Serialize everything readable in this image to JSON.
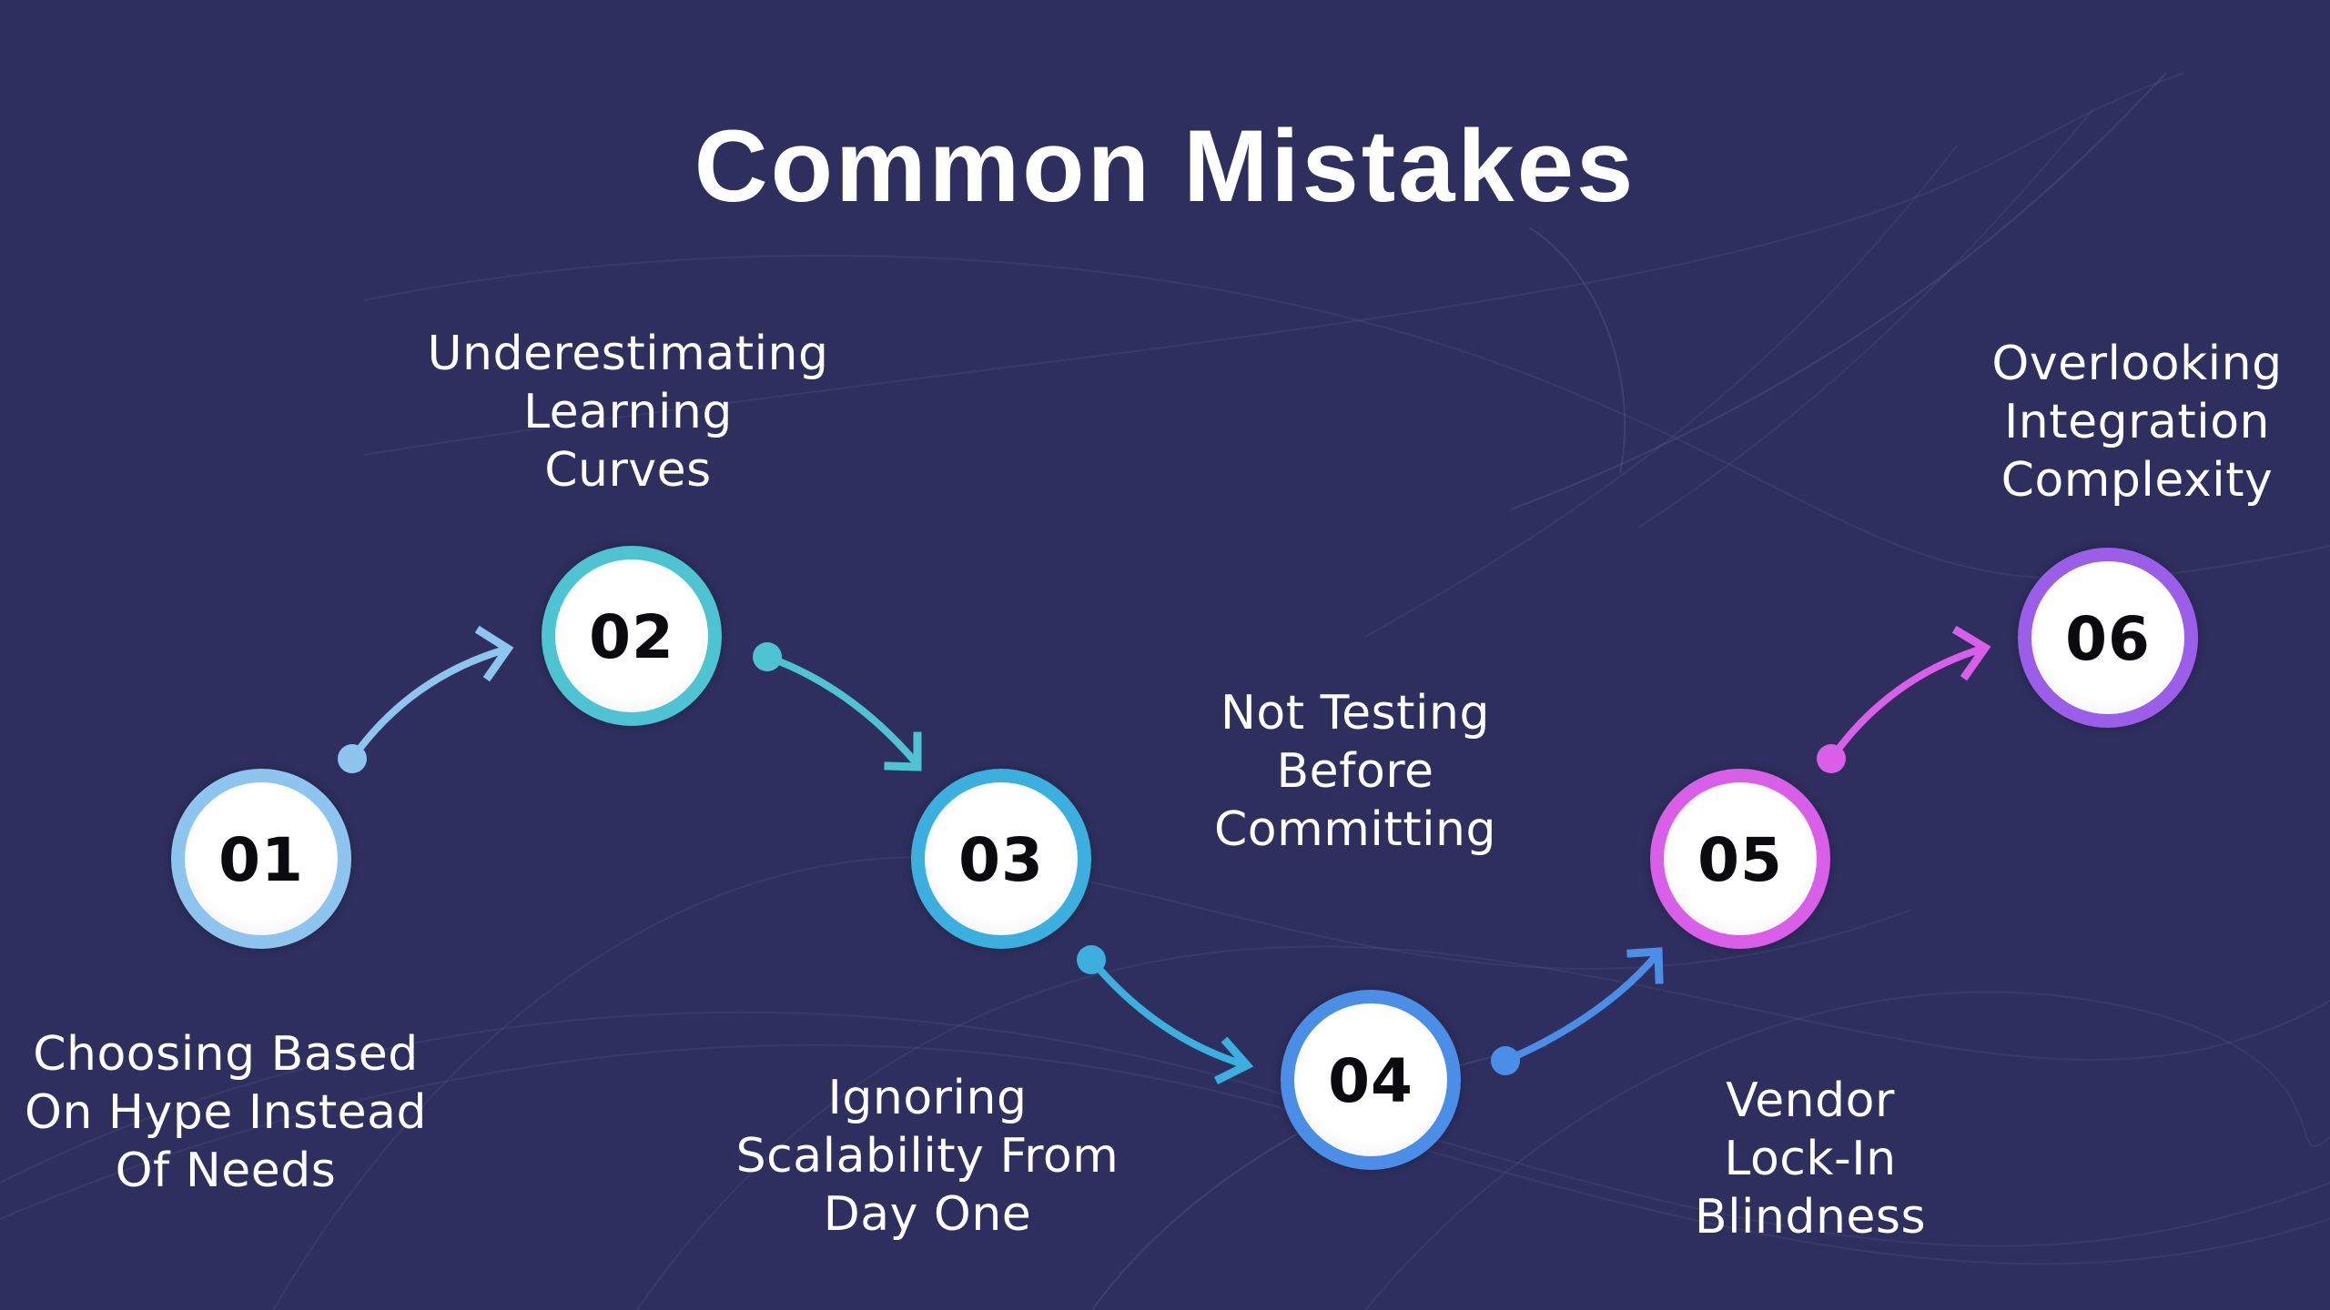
{
  "title": "Common Mistakes",
  "colors": {
    "background": "#2e2f5e",
    "text": "#ffffff",
    "number_text": "#0b0b0f",
    "circle_fill": "#ffffff"
  },
  "steps": [
    {
      "number": "01",
      "label_lines": [
        "Choosing Based",
        "On Hype Instead",
        "Of Needs"
      ],
      "ring_color": "#8ec5ef",
      "label_position": "below"
    },
    {
      "number": "02",
      "label_lines": [
        "Underestimating",
        "Learning",
        "Curves"
      ],
      "ring_color": "#4ec3d2",
      "label_position": "above"
    },
    {
      "number": "03",
      "label_lines": [
        "Ignoring",
        "Scalability From",
        "Day One"
      ],
      "ring_color": "#3bb0de",
      "label_position": "below"
    },
    {
      "number": "04",
      "label_lines": [
        "Not Testing",
        "Before",
        "Committing"
      ],
      "ring_color": "#4b8ee8",
      "label_position": "above"
    },
    {
      "number": "05",
      "label_lines": [
        "Vendor",
        "Lock-In",
        "Blindness"
      ],
      "ring_color": "#d95fe8",
      "label_position": "below"
    },
    {
      "number": "06",
      "label_lines": [
        "Overlooking",
        "Integration",
        "Complexity"
      ],
      "ring_color": "#9a5ee8",
      "label_position": "above"
    }
  ],
  "connectors": [
    {
      "from": "01",
      "to": "02",
      "color": "#8ec5ef",
      "direction": "up-right"
    },
    {
      "from": "02",
      "to": "03",
      "color": "#4ec3d2",
      "direction": "down-right"
    },
    {
      "from": "03",
      "to": "04",
      "color": "#3bb0de",
      "direction": "down-right"
    },
    {
      "from": "04",
      "to": "05",
      "color": "#4b8ee8",
      "direction": "up-right"
    },
    {
      "from": "05",
      "to": "06",
      "color": "#d95fe8",
      "direction": "up-right"
    }
  ]
}
